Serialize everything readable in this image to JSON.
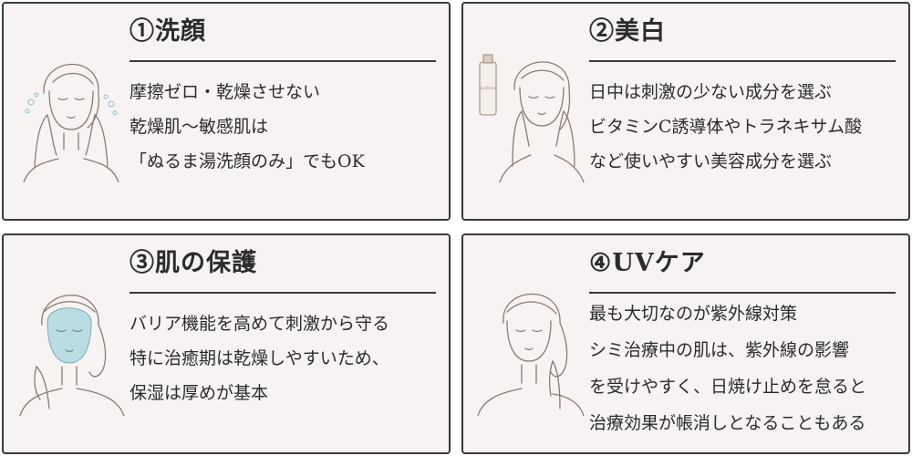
{
  "cards": [
    {
      "title": "①洗顔",
      "lines": [
        "摩擦ゼロ・乾燥させない",
        "乾燥肌〜敏感肌は",
        "「ぬるま湯洗顔のみ」でもOK"
      ],
      "illustration": "woman-washing-face-icon"
    },
    {
      "title": "②美白",
      "lines": [
        "日中は刺激の少ない成分を選ぶ",
        "ビタミンC誘導体やトラネキサム酸",
        "など使いやすい美容成分を選ぶ"
      ],
      "illustration": "woman-with-lotion-icon",
      "bottle_label": "Lotion"
    },
    {
      "title": "③肌の保護",
      "lines": [
        "バリア機能を高めて刺激から守る",
        "特に治癒期は乾燥しやすいため、",
        "保湿は厚めが基本"
      ],
      "illustration": "woman-sheet-mask-icon",
      "mask_color": "#b9dde3"
    },
    {
      "title": "④UVケア",
      "lines": [
        "最も大切なのが紫外線対策",
        "シミ治療中の肌は、紫外線の影響",
        "を受けやすく、日焼け止めを怠ると",
        "治療効果が帳消しとなることもある"
      ],
      "illustration": "woman-touching-cheek-icon"
    }
  ]
}
